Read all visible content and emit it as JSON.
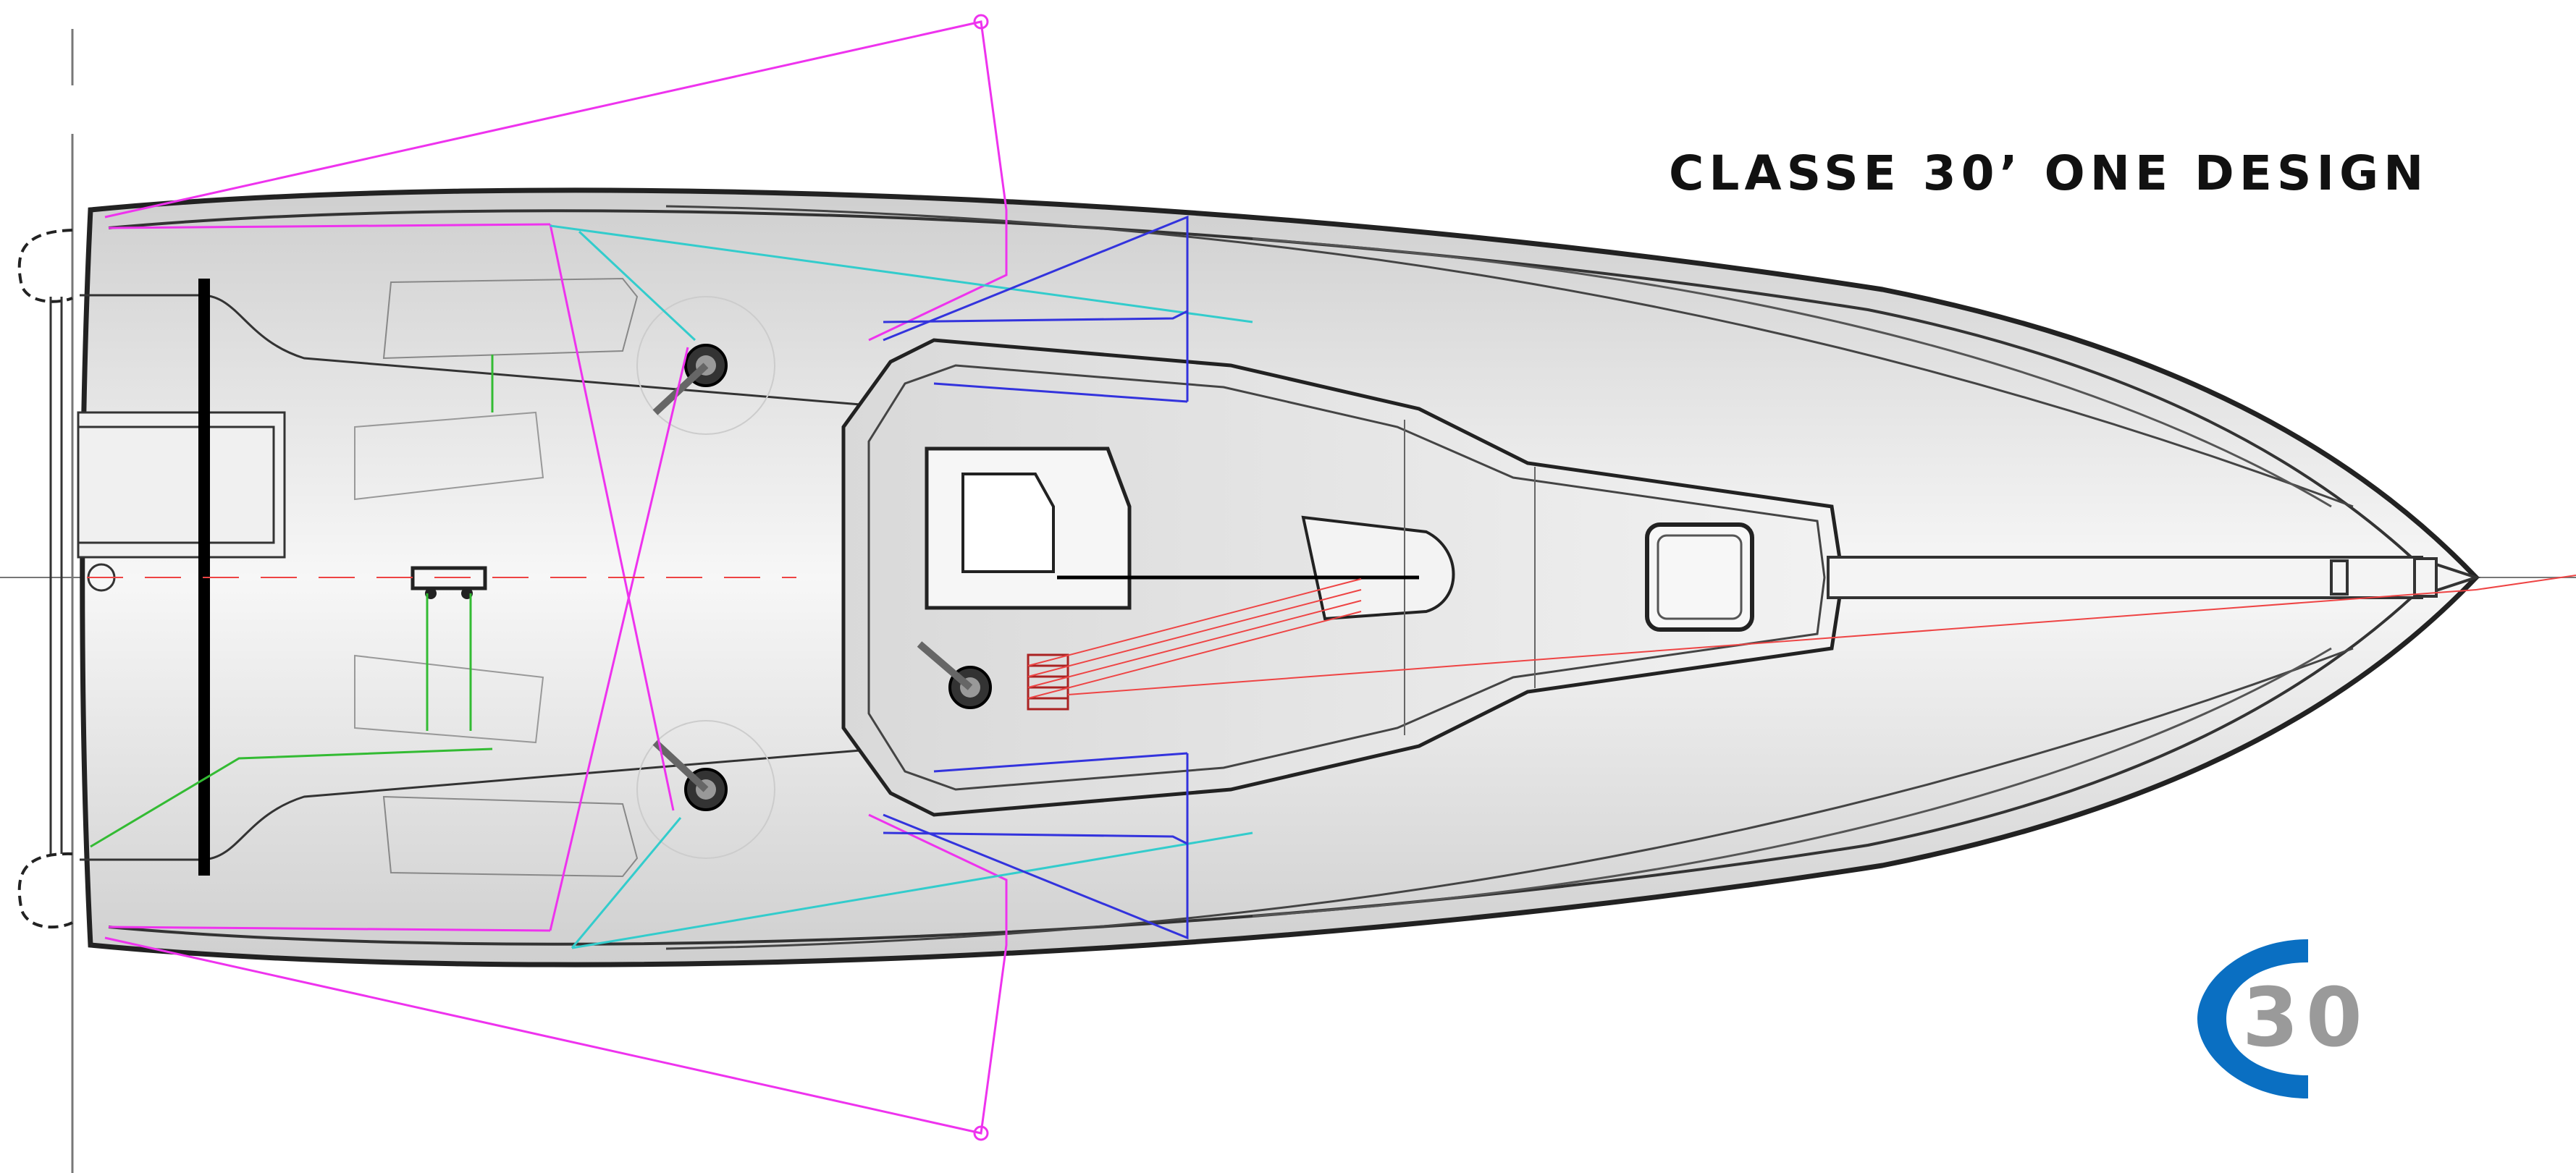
{
  "title": "CLASSE 30’ ONE DESIGN",
  "logo": {
    "letter": "C",
    "number": "30",
    "color": "#0a6fc2",
    "number_color": "#9a9a9a"
  },
  "colors": {
    "hull_stroke": "#222222",
    "hull_fill": "#e6e6e6",
    "magenta_lines": "#ee33ee",
    "cyan_lines": "#33cccc",
    "blue_lines": "#3333dd",
    "red_lines": "#ee4444",
    "green_lines": "#33bb33"
  }
}
